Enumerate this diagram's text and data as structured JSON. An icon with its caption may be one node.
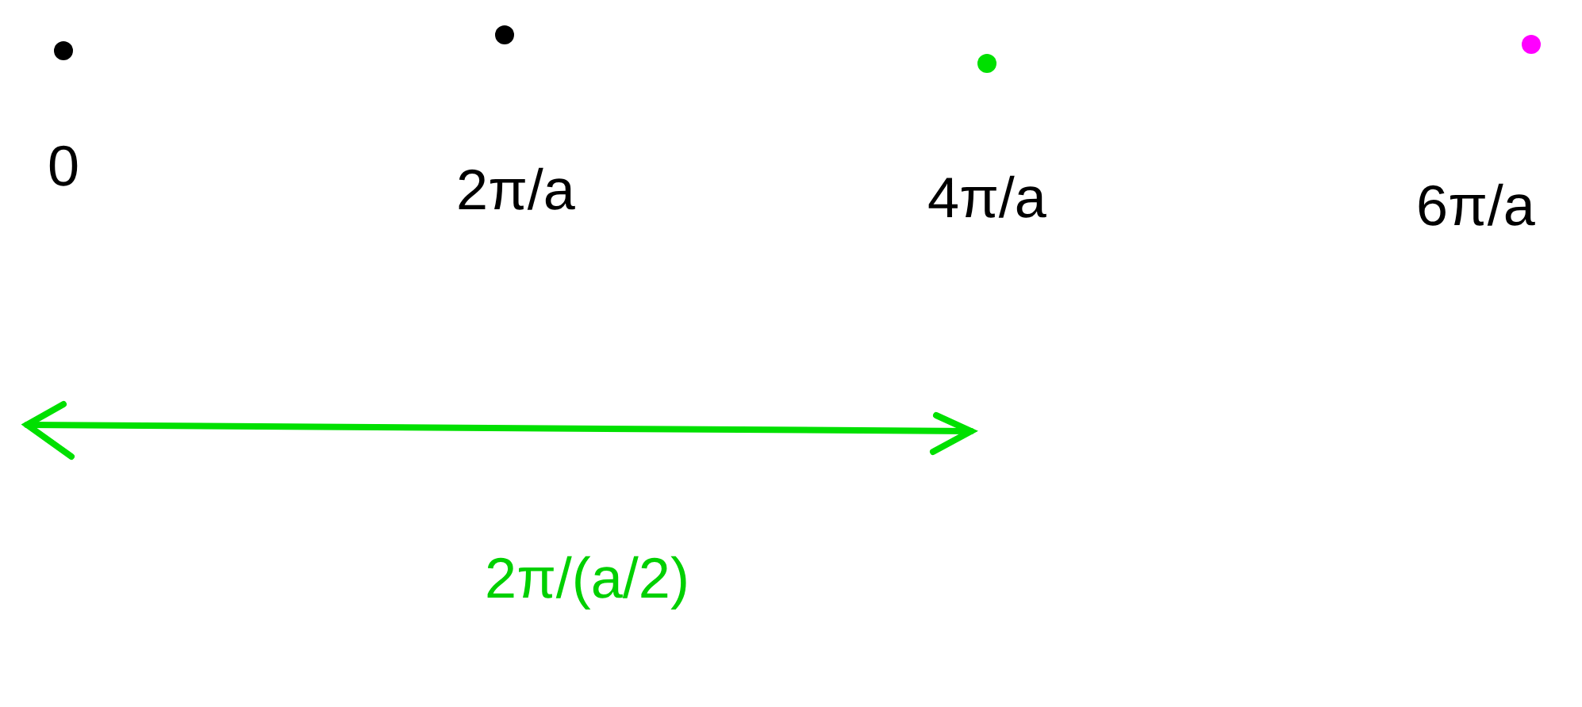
{
  "diagram": {
    "labels": [
      "0",
      "2π/a",
      "4π/a",
      "6π/a",
      "2π/(a/2)"
    ]
  }
}
